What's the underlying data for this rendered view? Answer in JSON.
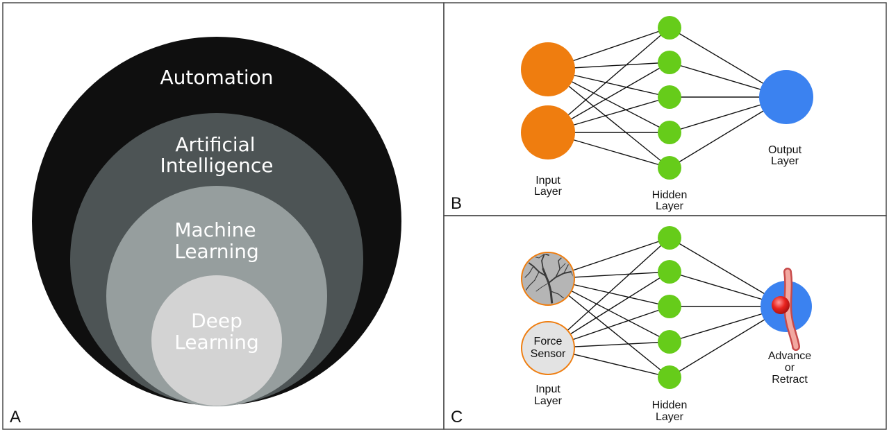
{
  "panels": {
    "a": {
      "letter": "A"
    },
    "b": {
      "letter": "B"
    },
    "c": {
      "letter": "C"
    }
  },
  "venn": {
    "automation": "Automation",
    "ai": [
      "Artificial",
      "Intelligence"
    ],
    "ml": [
      "Machine",
      "Learning"
    ],
    "dl": [
      "Deep",
      "Learning"
    ],
    "colors": {
      "automation": "#0f0f0f",
      "ai": "#4d5455",
      "ml": "#969e9e",
      "dl": "#d3d3d3"
    }
  },
  "network_b": {
    "input_label": [
      "Input",
      "Layer"
    ],
    "hidden_label": [
      "Hidden",
      "Layer"
    ],
    "output_label": [
      "Output",
      "Layer"
    ]
  },
  "network_c": {
    "input_sensor": [
      "Force",
      "Sensor"
    ],
    "input_image_icon": "angiogram-image",
    "output_icon": "vessel-aneurysm-icon",
    "input_label": [
      "Input",
      "Layer"
    ],
    "hidden_label": [
      "Hidden",
      "Layer"
    ],
    "output_label": [
      "Advance",
      "or",
      "Retract"
    ]
  },
  "colors": {
    "input": "#ef7d0f",
    "hidden": "#66cc1a",
    "output": "#3b82f0",
    "frame": "#4a4a4a"
  }
}
